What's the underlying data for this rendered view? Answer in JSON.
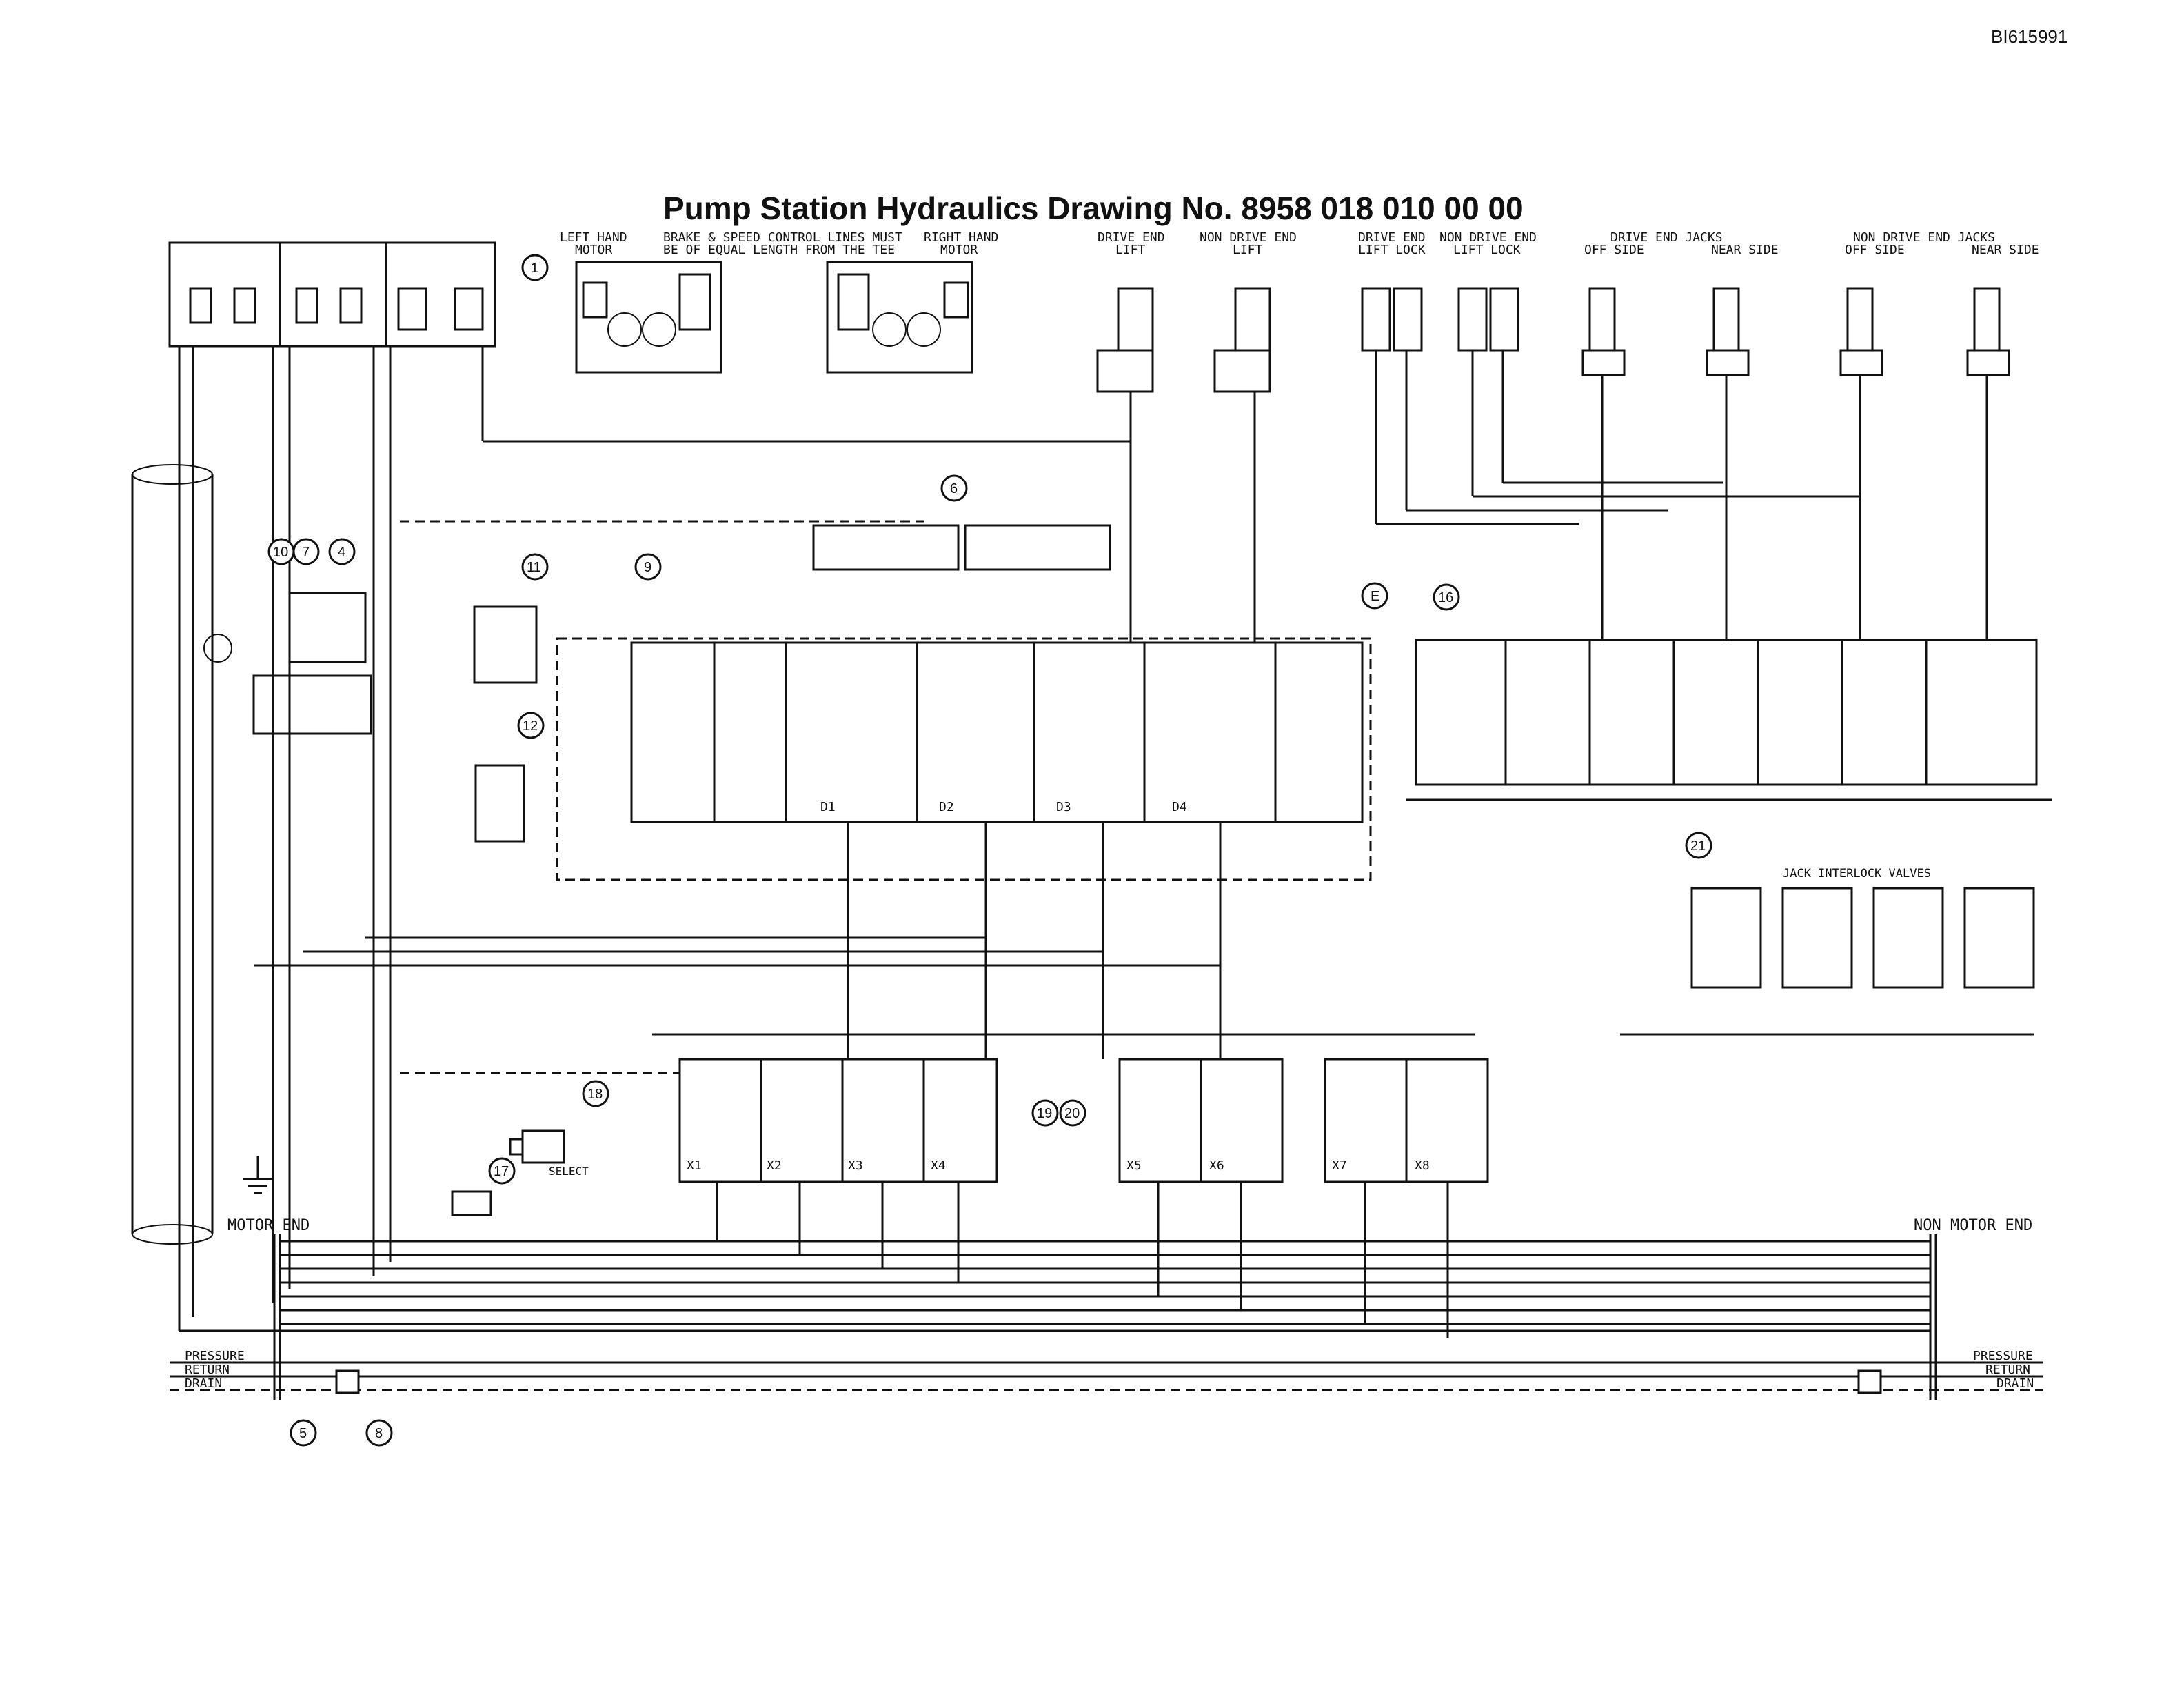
{
  "doc_ref": "BI615991",
  "title": "Pump Station Hydraulics  Drawing No. 8958 018 010 00 00",
  "top_labels": [
    {
      "line1": "LEFT HAND",
      "line2": "MOTOR"
    },
    {
      "line1": "BRAKE & SPEED CONTROL LINES MUST",
      "line2": "BE OF EQUAL LENGTH FROM THE TEE"
    },
    {
      "line1": "RIGHT HAND",
      "line2": "MOTOR"
    },
    {
      "line1": "DRIVE END",
      "line2": "LIFT"
    },
    {
      "line1": "NON DRIVE END",
      "line2": "LIFT"
    },
    {
      "line1": "DRIVE END",
      "line2": "LIFT LOCK"
    },
    {
      "line1": "NON DRIVE END",
      "line2": "LIFT LOCK"
    },
    {
      "line1": "DRIVE END JACKS",
      "line2a": "OFF SIDE",
      "line2b": "NEAR SIDE"
    },
    {
      "line1": "NON DRIVE END JACKS",
      "line2a": "OFF SIDE",
      "line2b": "NEAR SIDE"
    }
  ],
  "jack_interlock_label": "JACK INTERLOCK VALVES",
  "select_label": "SELECT",
  "section_labels": {
    "motor_end": "MOTOR END",
    "non_motor_end": "NON MOTOR END"
  },
  "line_labels": [
    "PRESSURE",
    "RETURN",
    "DRAIN"
  ],
  "valve_labels": [
    "D1",
    "D2",
    "D3",
    "D4"
  ],
  "cartridge_labels": [
    "X1",
    "X2",
    "X3",
    "X4",
    "X5",
    "X6",
    "X7",
    "X8"
  ],
  "callouts": [
    "1",
    "4",
    "5",
    "6",
    "8",
    "9",
    "10",
    "7",
    "11",
    "12",
    "16",
    "17",
    "18",
    "19",
    "20",
    "21",
    "E"
  ]
}
